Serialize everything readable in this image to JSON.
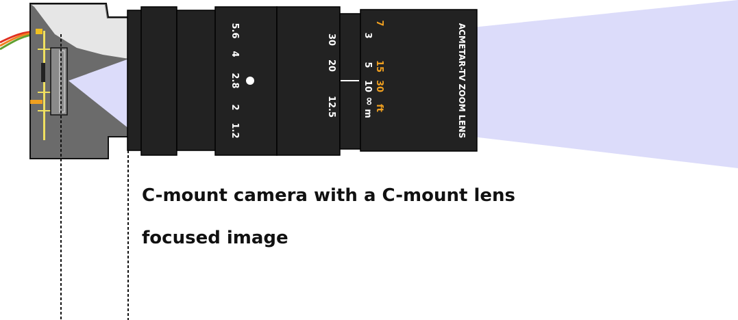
{
  "diagram": {
    "caption_mount": "C-mount camera with a C-mount lens",
    "caption_focus": "focused image",
    "lens_name": "ACMETAR-TV ZOOM LENS",
    "aperture_marks": [
      "5.6",
      "4",
      "2.8",
      "2",
      "1.2"
    ],
    "zoom_marks": [
      "30",
      "20",
      "12.5"
    ],
    "focus_marks_m": [
      "3",
      "5",
      "10",
      "∞",
      "m"
    ],
    "focus_marks_ft": [
      "7",
      "15",
      "30",
      "ft"
    ],
    "colors": {
      "camera_body": "#6b6b6b",
      "camera_top": "#e6e6e6",
      "lens_body": "#222222",
      "light_beam": "#dcdcfa",
      "feet_scale": "#f0a020",
      "sensor_mount": "#f0e060",
      "cable_red": "#e03020",
      "cable_orange": "#f08020",
      "cable_green": "#60a030",
      "white": "#ffffff",
      "dashed_lines": "#111111"
    }
  }
}
